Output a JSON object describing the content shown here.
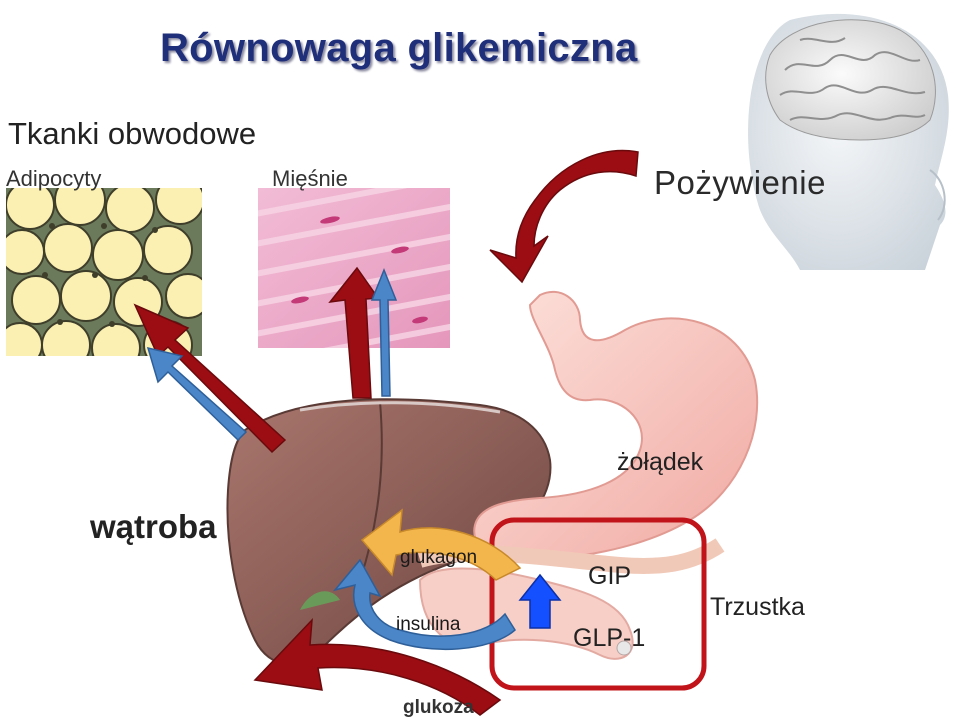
{
  "title": "Równowaga glikemiczna",
  "subtitle": "Tkanki obwodowe",
  "tissues": {
    "adipocytes_label": "Adipocyty",
    "muscles_label": "Mięśnie"
  },
  "food_label": "Pożywienie",
  "organs": {
    "stomach_label": "żołądek",
    "liver_label": "wątroba",
    "pancreas_label": "Trzustka"
  },
  "hormones": {
    "glucagon_label": "glukagon",
    "insulin_label": "insulina",
    "gip_label": "GIP",
    "glp1_label": "GLP-1"
  },
  "glucose_label": "glukoza",
  "colors": {
    "title": "#1f2f7a",
    "glucose_arrow": "#9b0d12",
    "insulin_arrow": "#4a86c8",
    "glucagon_arrow": "#f3b64c",
    "incretin_arrow": "#1450ff",
    "highlight_box": "#c0141a",
    "liver": "#8a5a52",
    "stomach": "#f6c3bd",
    "fat_cell": "#fbf0b2",
    "muscle": "#e9a7c4"
  }
}
